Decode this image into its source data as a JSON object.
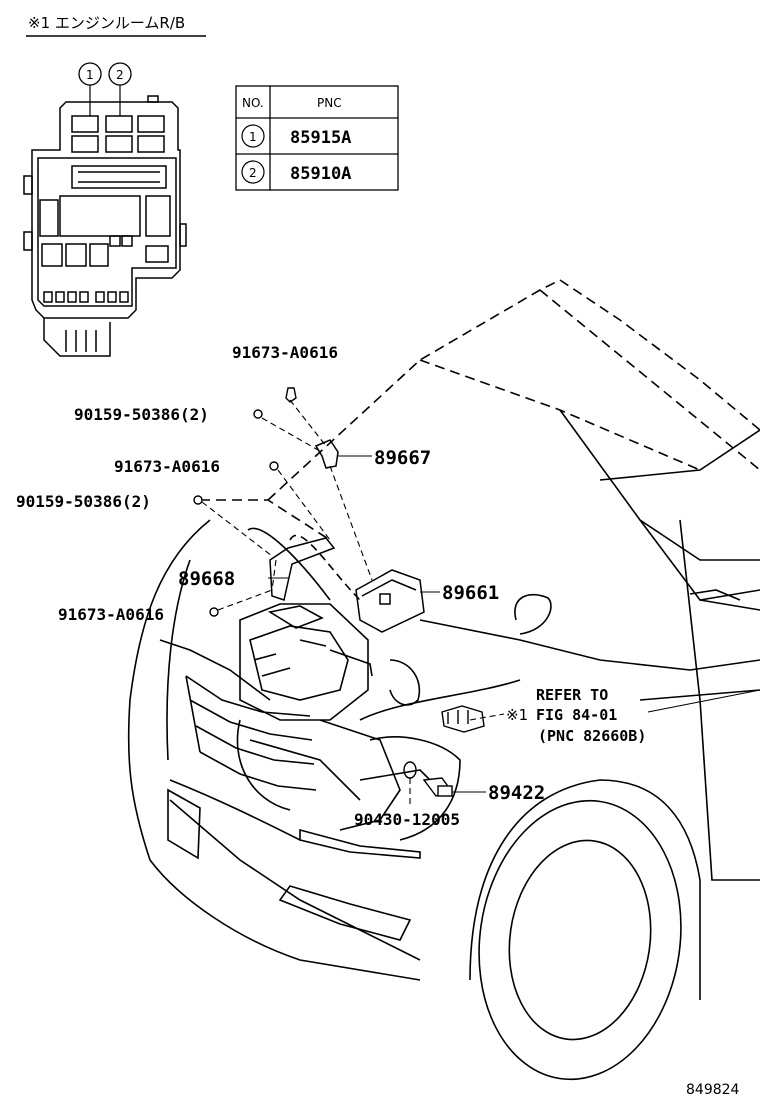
{
  "caption": "※1 エンジンルームR/B",
  "table": {
    "headers": [
      "NO.",
      "PNC"
    ],
    "rows": [
      {
        "no": "1",
        "pnc": "85915A"
      },
      {
        "no": "2",
        "pnc": "85910A"
      }
    ]
  },
  "callouts": {
    "relay_box_1": "1",
    "relay_box_2": "2"
  },
  "part_labels": {
    "bolt_top": "91673-A0616",
    "screw_upper": "90159-50386(2)",
    "bolt_middle": "91673-A0616",
    "screw_lower": "90159-50386(2)",
    "bracket_upper": "89667",
    "bracket_lower": "89668",
    "bolt_bottom": "91673-A0616",
    "ecu": "89661",
    "sensor": "89422",
    "gasket": "90430-12005"
  },
  "reference": {
    "marker": "※1",
    "line1": "REFER TO",
    "line2": "FIG 84-01",
    "line3": "(PNC 82660B)"
  },
  "figure_number": "849824"
}
